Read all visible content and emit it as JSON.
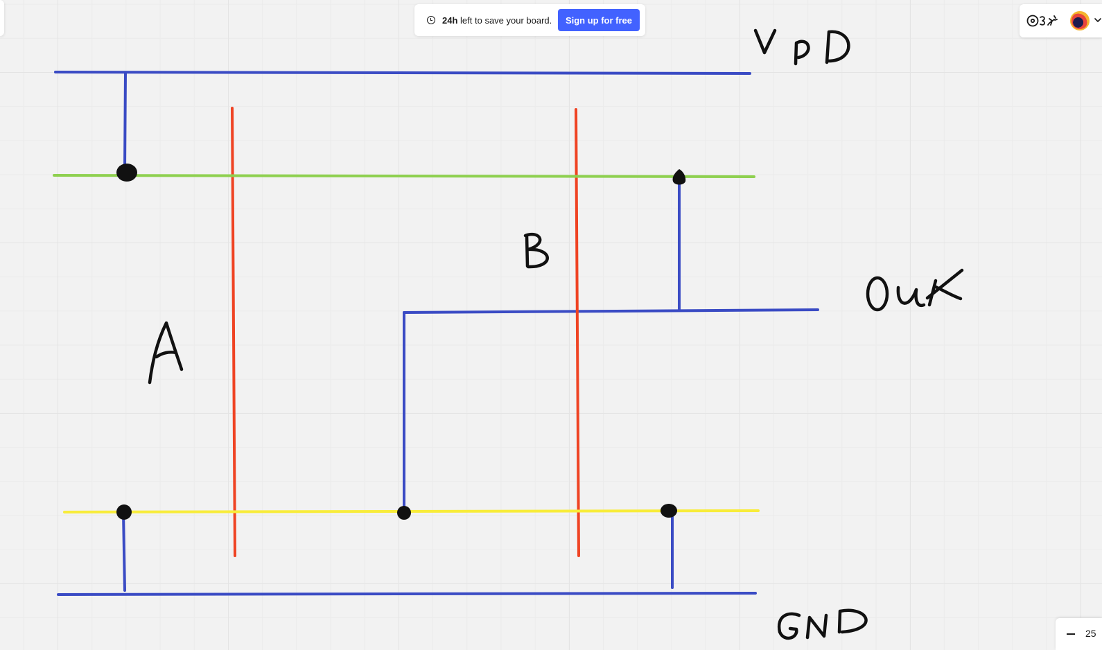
{
  "banner": {
    "time_left": "24h",
    "message": "left to save your board.",
    "signup_label": "Sign up for free"
  },
  "user_panel": {
    "reactions_icon": "reactions-icon",
    "avatar_icon": "user-avatar",
    "menu_icon": "chevron-down-icon"
  },
  "zoom": {
    "zoom_out_icon": "minus-icon",
    "level": "25"
  },
  "board": {
    "labels": {
      "vdd": "VDD",
      "out": "Out",
      "gnd": "GND",
      "a": "A",
      "b": "B"
    },
    "stroke_colors": {
      "metal": "#3a4bc4",
      "poly": "#ef4323",
      "p_diffusion": "#8ed04f",
      "n_diffusion": "#f8ec3a",
      "contact": "#111111"
    }
  }
}
